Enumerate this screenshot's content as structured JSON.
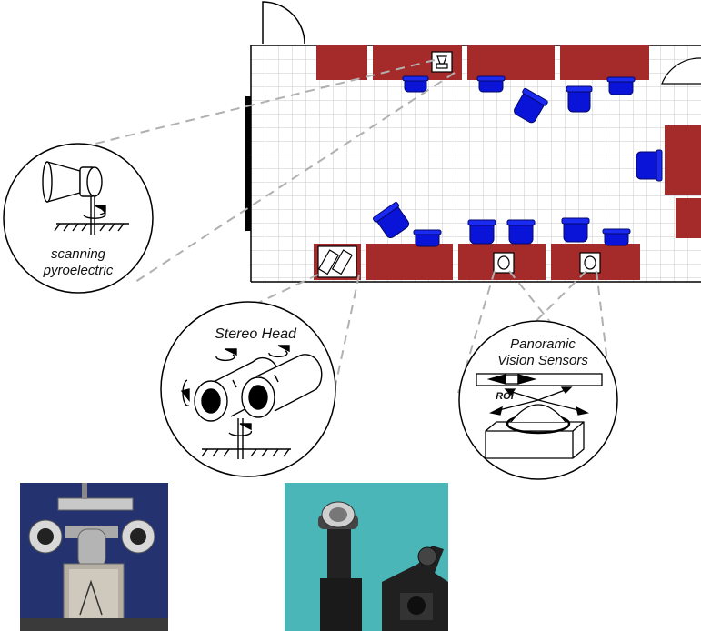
{
  "labels": {
    "pyro_line1": "scanning",
    "pyro_line2": "pyroelectric",
    "stereo": "Stereo Head",
    "pano_line1": "Panoramic",
    "pano_line2": "Vision Sensors",
    "roi": "ROI"
  },
  "colors": {
    "desk": "#a52a2a",
    "chair": "#0a14d8",
    "grid": "#c8c8c8",
    "wall": "#000000",
    "leader": "#b0b0b0",
    "photo1_bg": "#2a3a7a",
    "photo2_bg": "#4ab6b8"
  },
  "icons": {
    "pyro_sensor": "scanning-pyroelectric-sensor-icon",
    "stereo_head": "stereo-head-icon",
    "pano_sensor": "panoramic-sensor-icon"
  }
}
